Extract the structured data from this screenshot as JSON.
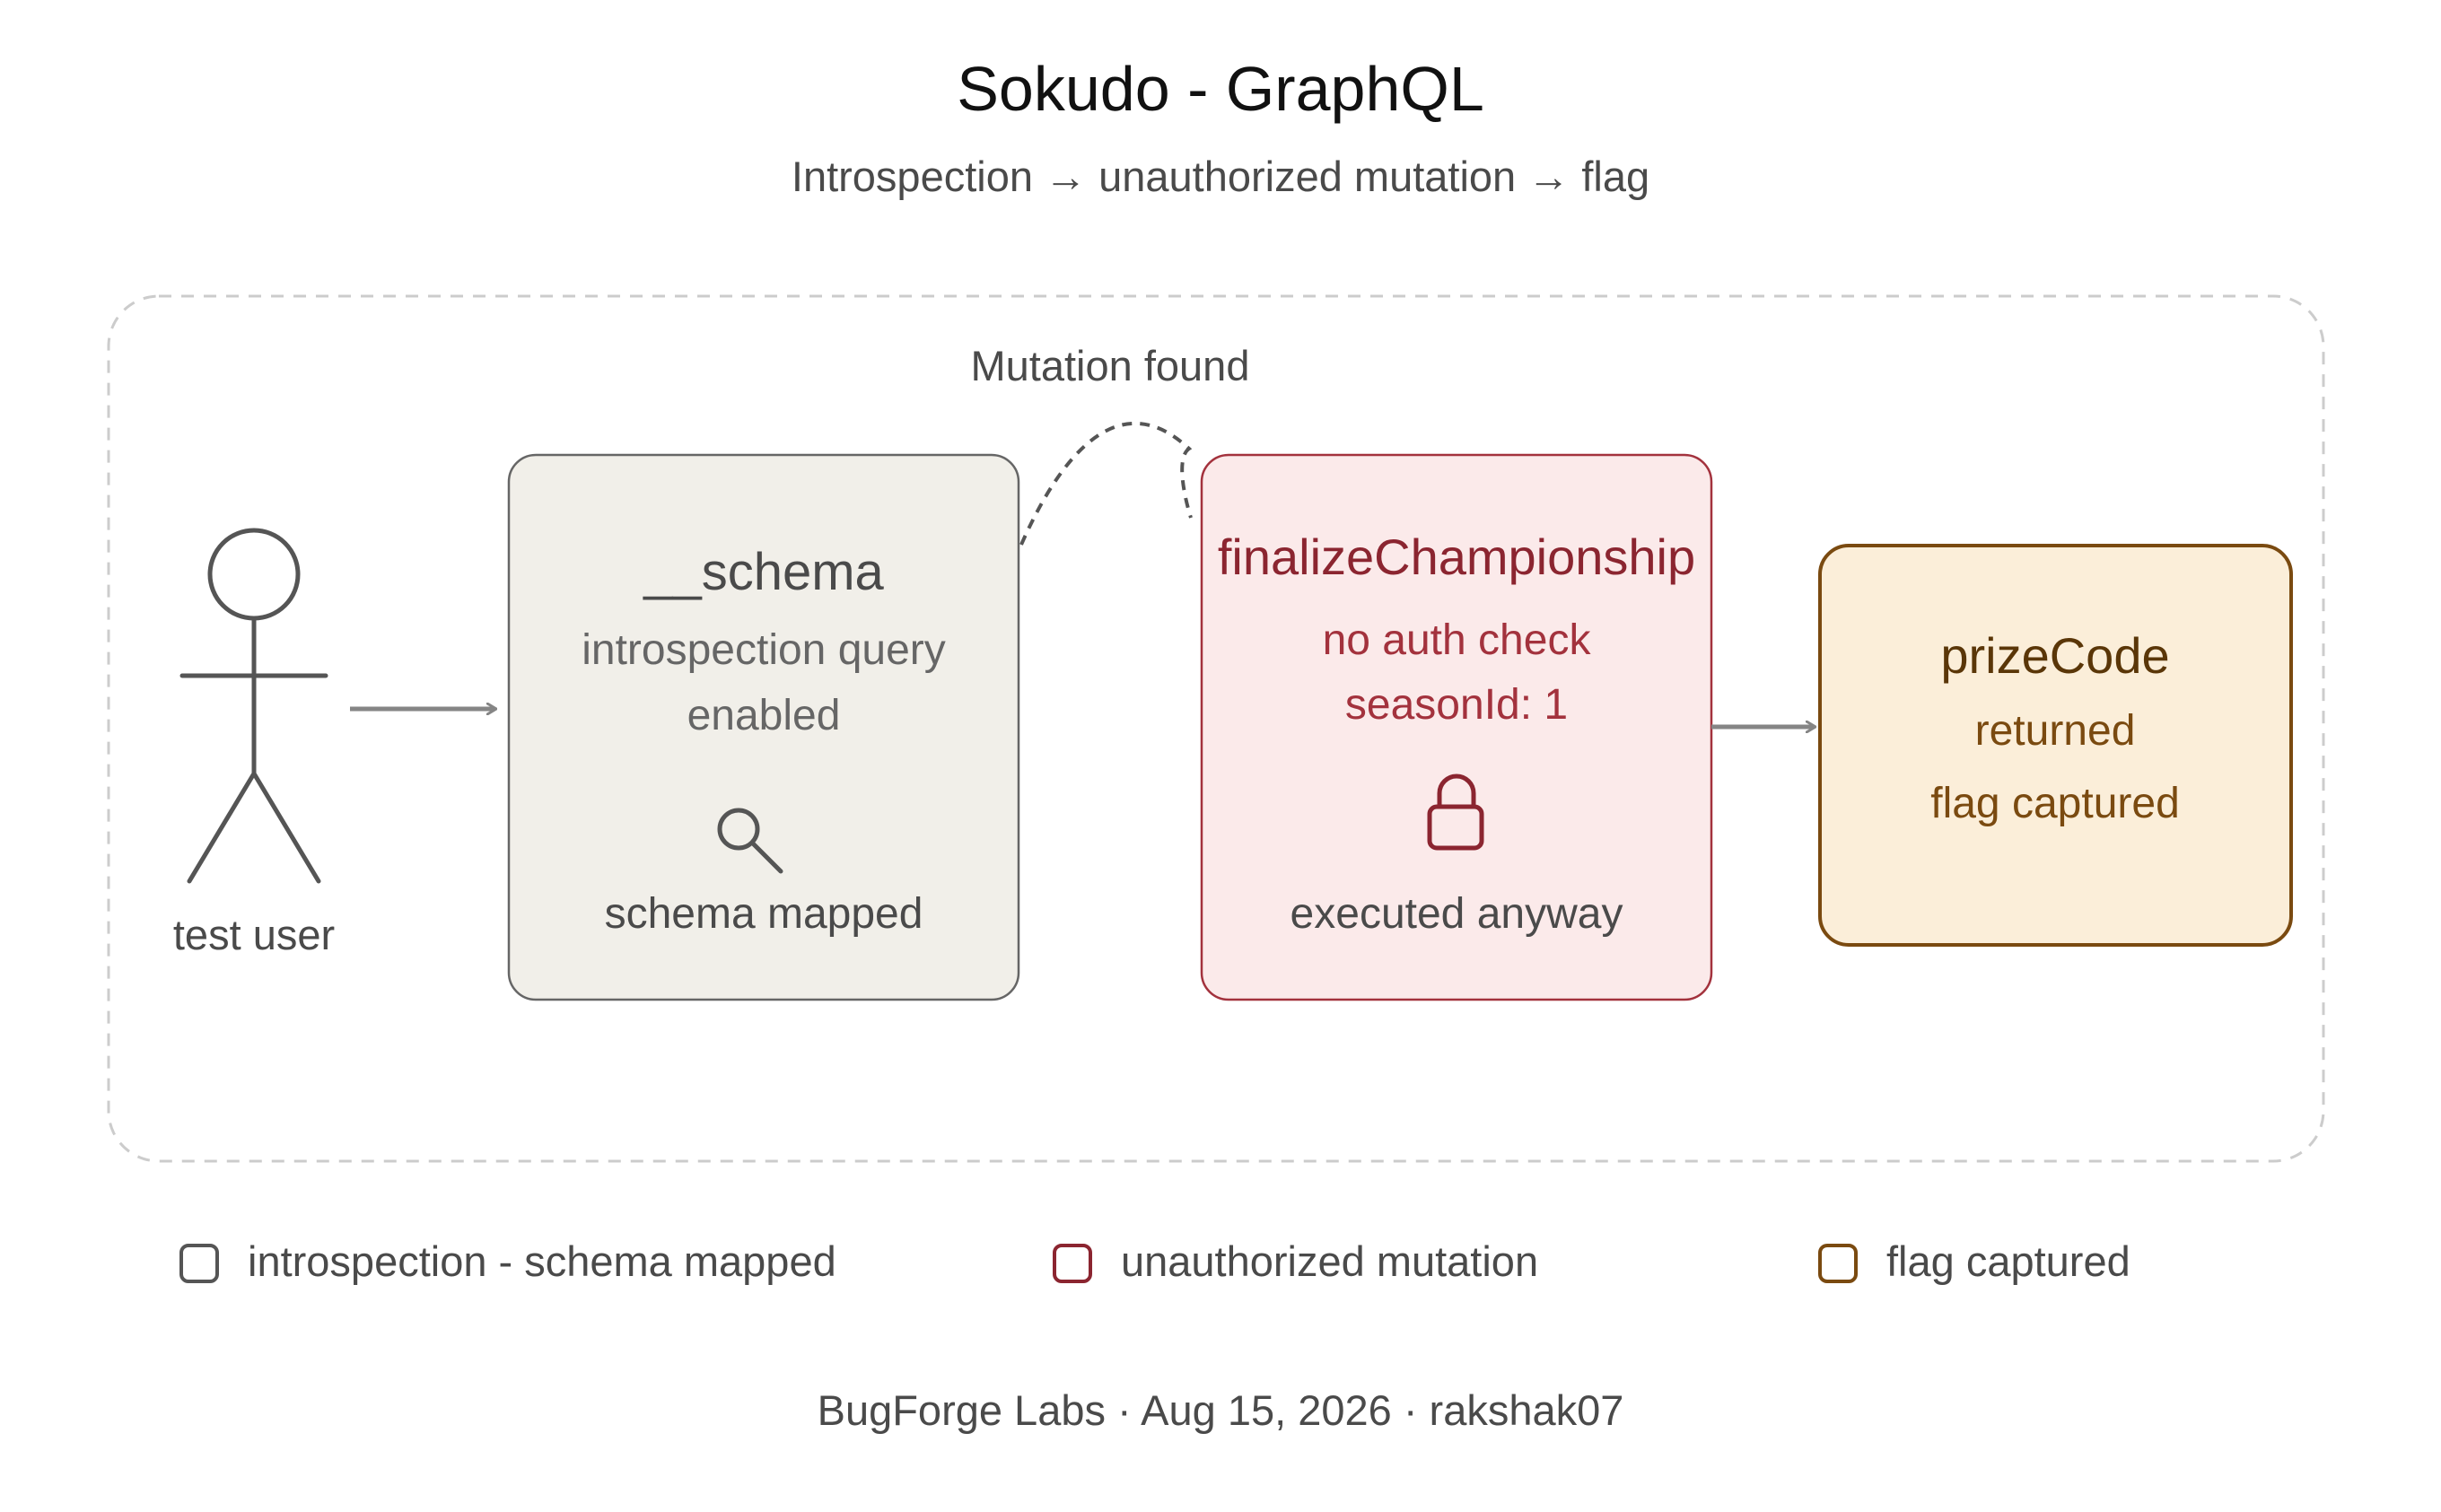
{
  "title": "Sokudo - GraphQL",
  "subtitle": "Introspection → unauthorized mutation → flag",
  "edge_label": "Mutation found",
  "actor": {
    "label": "test user"
  },
  "nodes": {
    "schema": {
      "title": "__schema",
      "line1": "introspection query",
      "line2": "enabled",
      "footer": "schema mapped",
      "icon": "magnifier-icon"
    },
    "mutation": {
      "title": "finalizeChampionship",
      "line1": "no auth check",
      "line2": "seasonId: 1",
      "footer": "executed anyway",
      "icon": "lock-icon"
    },
    "prize": {
      "title": "prizeCode",
      "line1": "returned",
      "line2": "flag captured"
    }
  },
  "legend": [
    {
      "label": "introspection - schema mapped",
      "color": "#555555"
    },
    {
      "label": "unauthorized mutation",
      "color": "#8b2530"
    },
    {
      "label": "flag captured",
      "color": "#7a4a10"
    }
  ],
  "footer": "BugForge Labs · Aug 15, 2026 · rakshak07",
  "colors": {
    "schema_fill": "#f1efe9",
    "schema_stroke": "#666666",
    "mutation_fill": "#fbeaea",
    "mutation_stroke": "#a3323d",
    "mutation_text": "#8b2530",
    "prize_fill": "#fbeed9",
    "prize_stroke": "#7a4a10",
    "prize_text": "#5a3608",
    "arrow": "#858585",
    "text": "#4a4a4a"
  }
}
